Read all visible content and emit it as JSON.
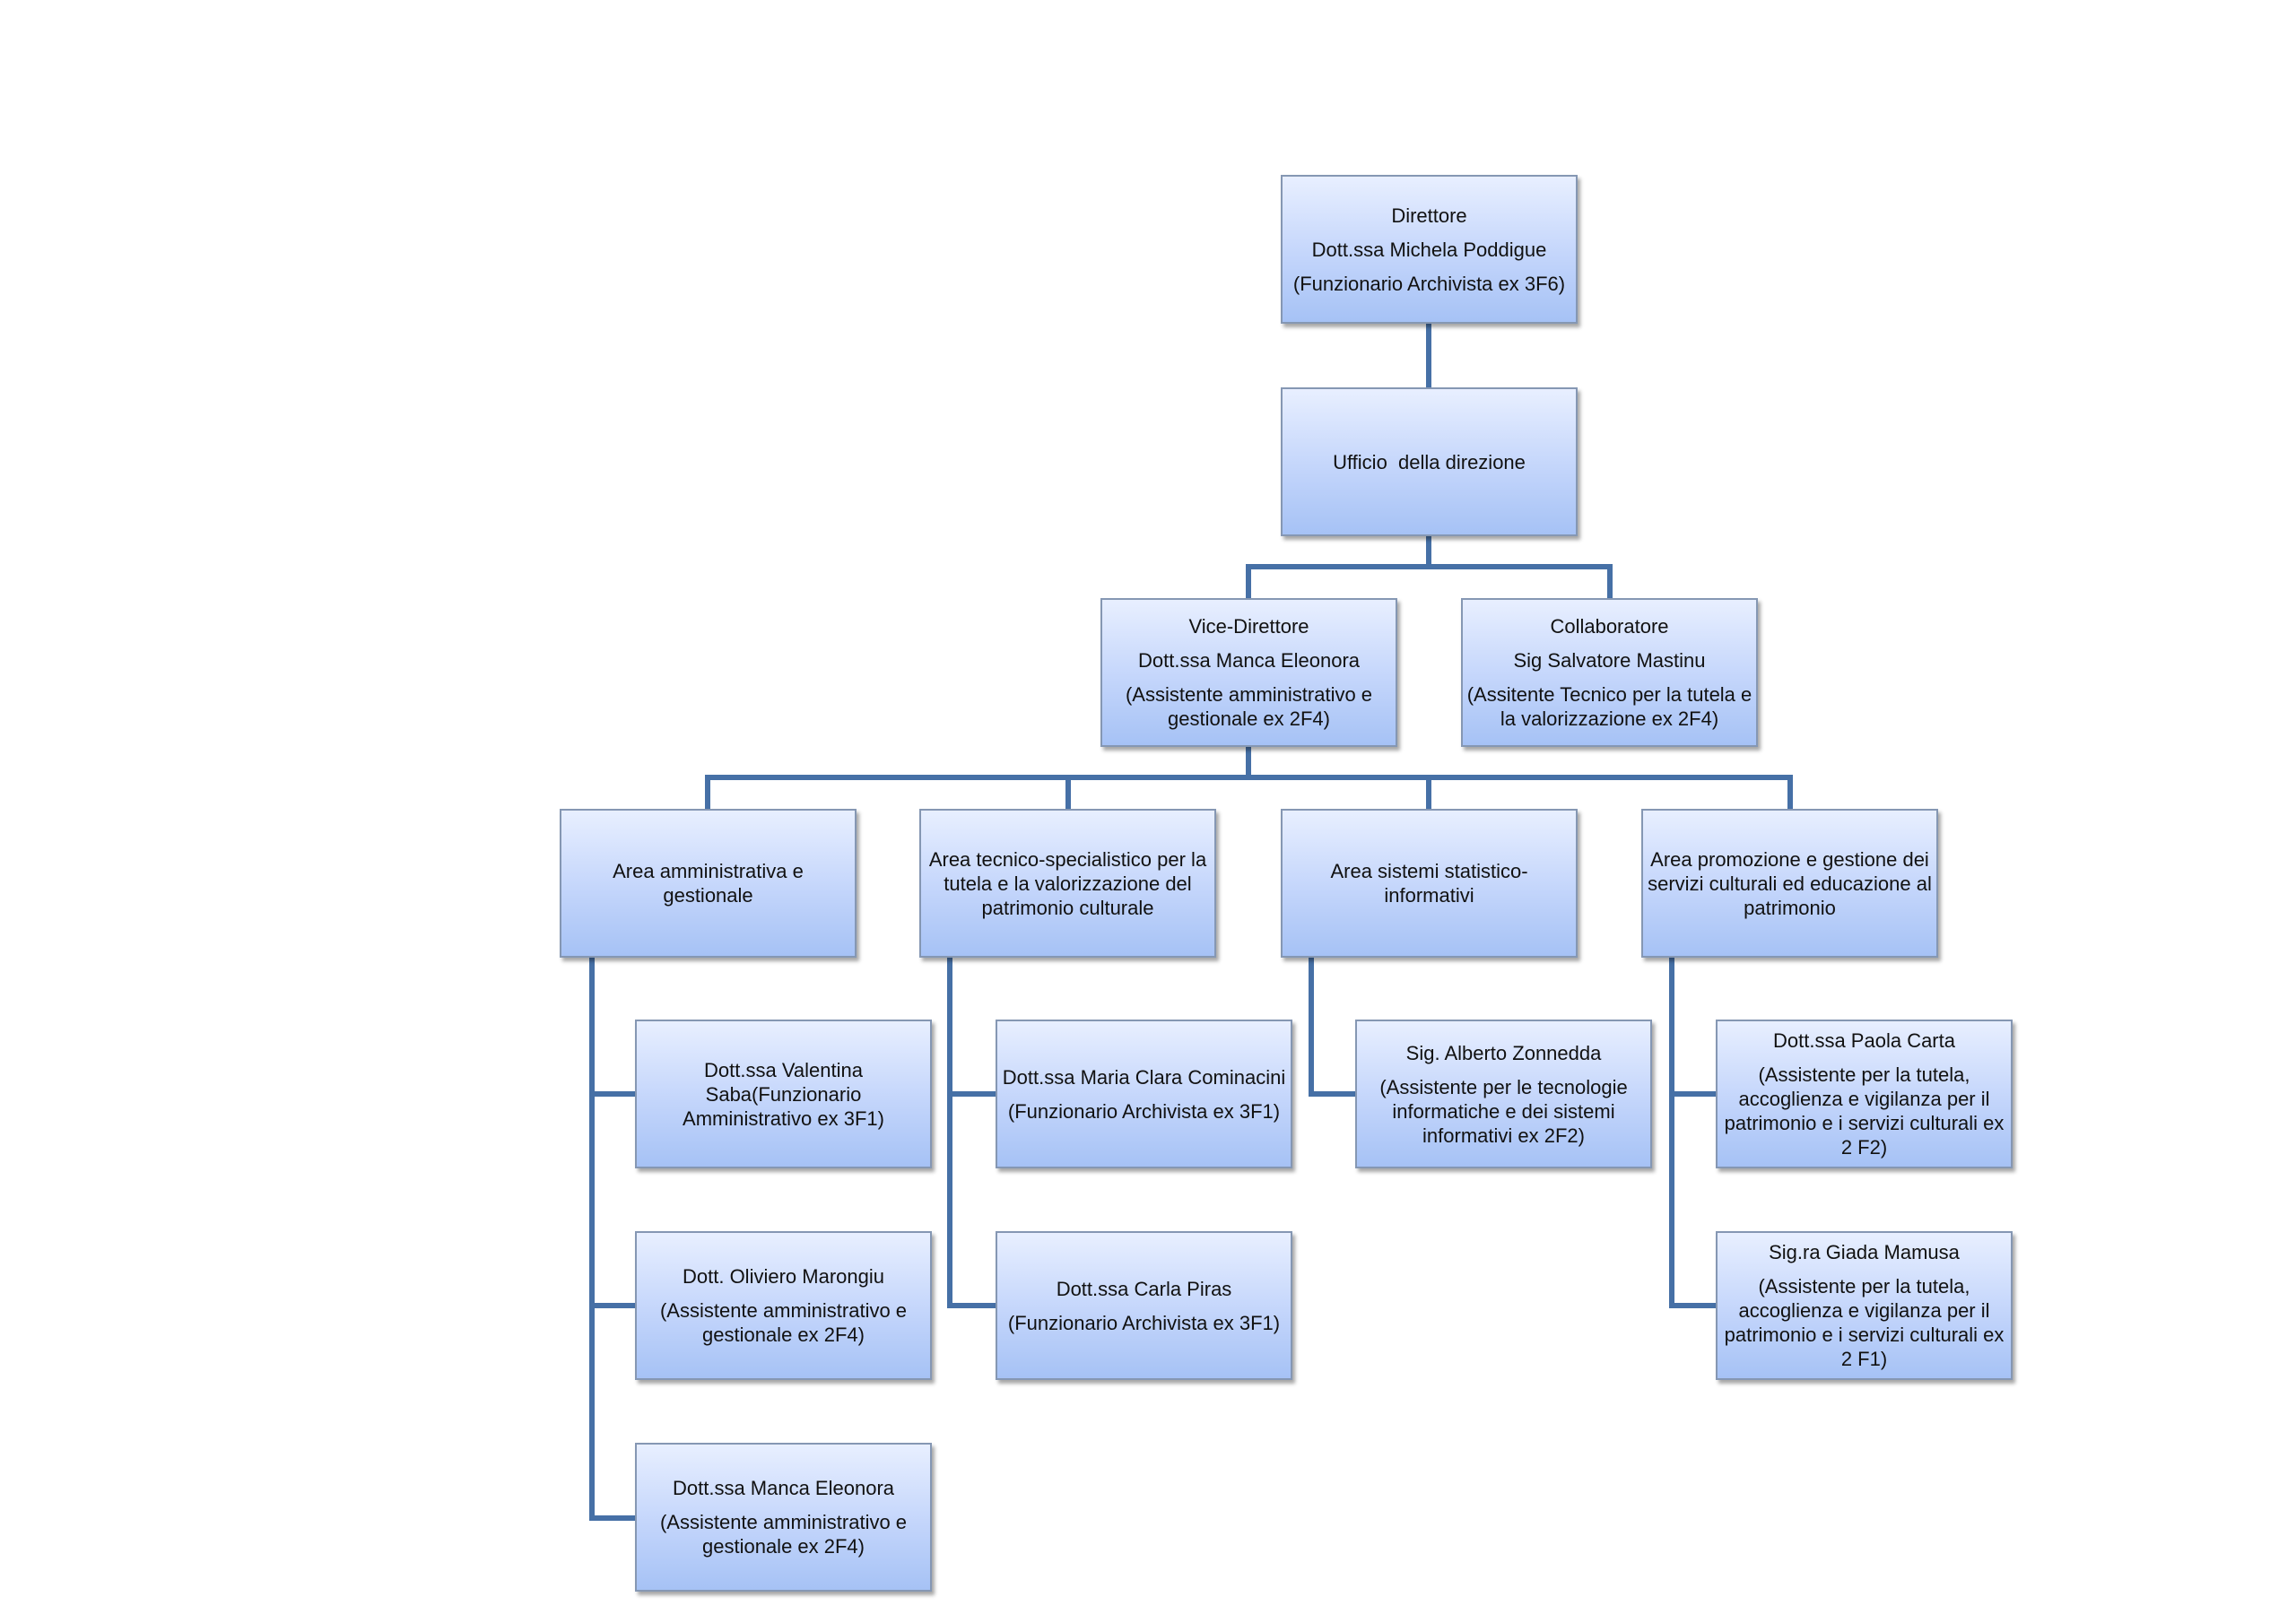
{
  "nodes": {
    "direttore": {
      "title": "Direttore",
      "name": "Dott.ssa Michela Poddigue",
      "role": "(Funzionario Archivista ex 3F6)"
    },
    "ufficio": {
      "title": "Ufficio  della direzione"
    },
    "vice": {
      "title": "Vice-Direttore",
      "name": "Dott.ssa Manca Eleonora",
      "role": "(Assistente amministrativo e gestionale ex 2F4)"
    },
    "collaboratore": {
      "title": "Collaboratore",
      "name": "Sig Salvatore Mastinu",
      "role": "(Assitente Tecnico per la tutela e la valorizzazione ex 2F4)"
    },
    "area_amm": {
      "title": "Area amministrativa e gestionale"
    },
    "area_tec": {
      "title": "Area tecnico-specialistico per la tutela e la valorizzazione del patrimonio culturale"
    },
    "area_sis": {
      "title": "Area sistemi statistico-informativi"
    },
    "area_pro": {
      "title": "Area promozione e gestione dei servizi culturali ed educazione al patrimonio"
    },
    "saba": {
      "text": "Dott.ssa Valentina Saba(Funzionario Amministrativo ex 3F1)"
    },
    "marongiu": {
      "name": "Dott. Oliviero Marongiu",
      "role": "(Assistente amministrativo e gestionale ex 2F4)"
    },
    "manca": {
      "name": "Dott.ssa Manca Eleonora",
      "role": "(Assistente amministrativo e gestionale ex 2F4)"
    },
    "cominacini": {
      "name": "Dott.ssa Maria Clara Cominacini",
      "role": "(Funzionario Archivista ex 3F1)"
    },
    "piras": {
      "name": "Dott.ssa Carla Piras",
      "role": "(Funzionario Archivista ex 3F1)"
    },
    "zonnedda": {
      "name": "Sig. Alberto Zonnedda",
      "role": "(Assistente per le tecnologie informatiche e dei sistemi informativi ex 2F2)"
    },
    "carta": {
      "name": "Dott.ssa Paola Carta",
      "role": "(Assistente per la tutela, accoglienza e vigilanza per il patrimonio e i servizi culturali ex 2 F2)"
    },
    "mamusa": {
      "name": "Sig.ra Giada Mamusa",
      "role": "(Assistente per la tutela, accoglienza e vigilanza per il patrimonio e i servizi culturali ex 2 F1)"
    }
  },
  "colors": {
    "connector": "#4670a6",
    "box_top": "#e8efff",
    "box_bottom": "#a6c2f5",
    "box_border": "#8597b3"
  }
}
